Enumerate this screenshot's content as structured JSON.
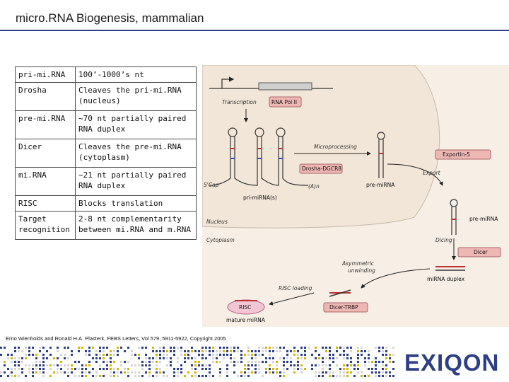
{
  "slide": {
    "title": "micro.RNA Biogenesis, mammalian",
    "caption": "Erno Wienholds and Ronald H.A. Plasterk, FEBS Letters, Vol 579, 5911-5922, Copyright 2005",
    "logo": "EXIQON"
  },
  "table": [
    {
      "term": "pri-mi.RNA",
      "desc": "100’-1000’s nt"
    },
    {
      "term": "Drosha",
      "desc": "Cleaves the pri-mi.RNA (nucleus)"
    },
    {
      "term": "pre-mi.RNA",
      "desc": "~70 nt partially paired RNA duplex"
    },
    {
      "term": "Dicer",
      "desc": "Cleaves the pre-mi.RNA (cytoplasm)"
    },
    {
      "term": "mi.RNA",
      "desc": "~21 nt partially paired RNA duplex"
    },
    {
      "term": "RISC",
      "desc": "Blocks translation"
    },
    {
      "term": "Target recognition",
      "desc": "2-8 nt complementarity between mi.RNA and m.RNA"
    }
  ],
  "diagram": {
    "transcription": "Transcription",
    "rna_pol": "RNA Pol II",
    "microprocessing": "Microprocessing",
    "exportin": "Exportin-5",
    "drosha_dgcr8": "Drosha-DGCR8",
    "export": "Export",
    "cap": "5'Cap",
    "poly_a": "(A)n",
    "pri_mirna": "pri-miRNA(s)",
    "pre_mirna_nucleus": "pre-miRNA",
    "nucleus": "Nucleus",
    "pre_mirna_cyto": "pre-miRNA",
    "cytoplasm": "Cytoplasm",
    "dicing": "Dicing",
    "dicer": "Dicer",
    "asymmetric": "Asymmetric",
    "unwinding": "unwinding",
    "risc_loading": "RISC loading",
    "mirna_duplex": "miRNA duplex",
    "risc": "RISC",
    "dicer_trbp": "Dicer-TRBP",
    "mature_mirna": "mature miRNA"
  },
  "colors": {
    "accent": "#2c3f87",
    "nucleus_fill": "#f2e6d8",
    "cytoplasm_fill": "#f7efe6",
    "protein_box": "#eeb7b4",
    "risc_fill": "#f3c6d6",
    "dot_colors": [
      "#2c3f87",
      "#d6d6d6",
      "#d9b400"
    ]
  }
}
